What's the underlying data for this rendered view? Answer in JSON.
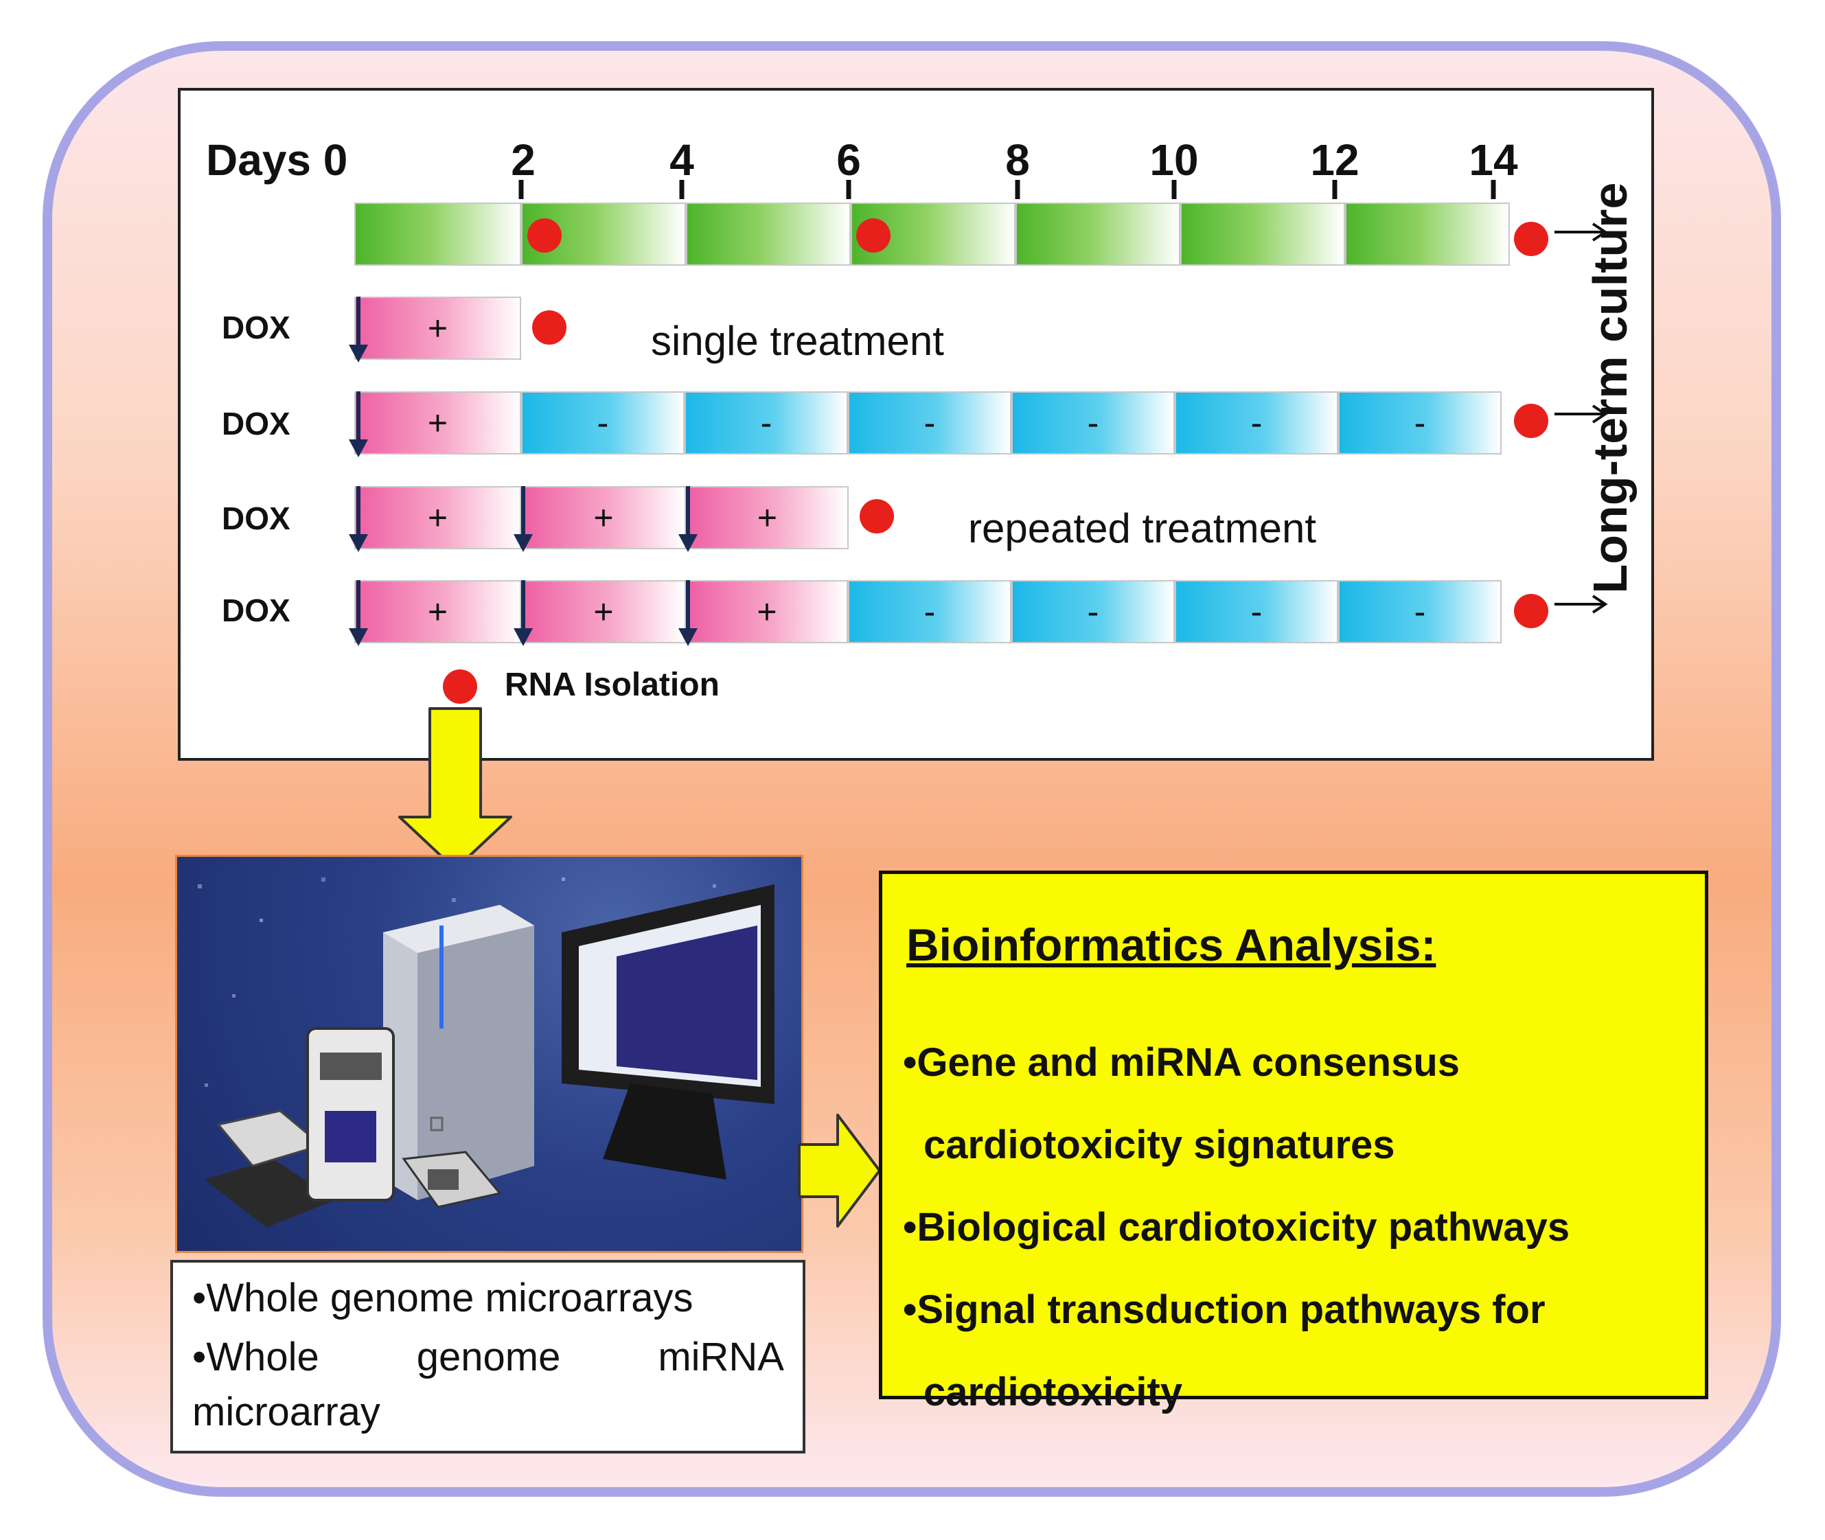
{
  "timeline": {
    "days_label": "Days 0",
    "ticks": [
      "2",
      "4",
      "6",
      "8",
      "10",
      "12",
      "14"
    ],
    "row_label": "DOX",
    "plus_sign": "+",
    "minus_sign": "-",
    "single_treatment": "single treatment",
    "repeated_treatment": "repeated treatment",
    "long_term": "Long-term culture",
    "rna_isolation": "RNA Isolation"
  },
  "microarray": {
    "items": [
      "Whole genome microarrays",
      "Whole genome miRNA microarray"
    ]
  },
  "bioinformatics": {
    "title": "Bioinformatics Analysis:",
    "items": [
      "Gene and miRNA consensus cardiotoxicity signatures",
      "Biological cardiotoxicity pathways",
      "Signal transduction pathways for cardiotoxicity"
    ]
  },
  "colors": {
    "frame_border": "#a7a4e6",
    "culture_green": "#4db52a",
    "dox_pink": "#ef5fa4",
    "no_dox_blue": "#1cb8e7",
    "rna_dot_red": "#e8201b",
    "flow_arrow_yellow": "#f7f700",
    "bio_box_yellow": "#fafa00"
  }
}
